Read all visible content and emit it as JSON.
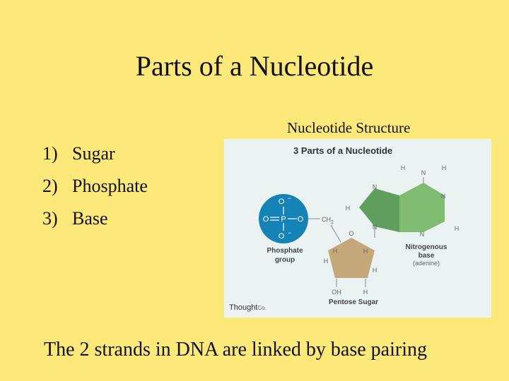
{
  "slide": {
    "title": "Parts of a Nucleotide",
    "figure_caption": "Nucleotide Structure",
    "parts": [
      {
        "num": "1)",
        "label": "Sugar"
      },
      {
        "num": "2)",
        "label": "Phosphate"
      },
      {
        "num": "3)",
        "label": "Base"
      }
    ],
    "bottom_text": "The 2 strands in DNA are linked by base pairing"
  },
  "diagram": {
    "heading": "3 Parts of a Nucleotide",
    "phosphate": {
      "label_line1": "Phosphate",
      "label_line2": "group",
      "o_top": "O",
      "o_top_charge": "−",
      "o_left": "O",
      "p": "P",
      "o_right": "O",
      "o_bottom": "O",
      "o_bottom_charge": "−",
      "ch2": "CH",
      "ch2_sub": "2"
    },
    "base": {
      "label_line1": "Nitrogenous",
      "label_line2": "base",
      "label_line3": "(adenine)",
      "h_top_left": "H",
      "n_top": "N",
      "h_top_right": "H",
      "n_upper_left": "N",
      "n_right": "N",
      "h_left": "H",
      "n_lower_left": "N",
      "n_bottom": "N",
      "h_right": "H"
    },
    "sugar": {
      "label": "Pentose Sugar",
      "o_ring": "O",
      "h_left_top": "H",
      "h_right_top": "H",
      "h_left_bottom": "H",
      "h_right_bottom": "H",
      "oh": "OH",
      "h_bottom": "H"
    },
    "credit_main": "Thought",
    "credit_suffix": "Co.",
    "colors": {
      "phosphate_blue": "#1583b6",
      "base_dark_green": "#5f9e5c",
      "base_light_green": "#7fbc72",
      "sugar_tan": "#c5a87a",
      "label_gray": "#555555",
      "background": "#eaf2f2"
    }
  }
}
